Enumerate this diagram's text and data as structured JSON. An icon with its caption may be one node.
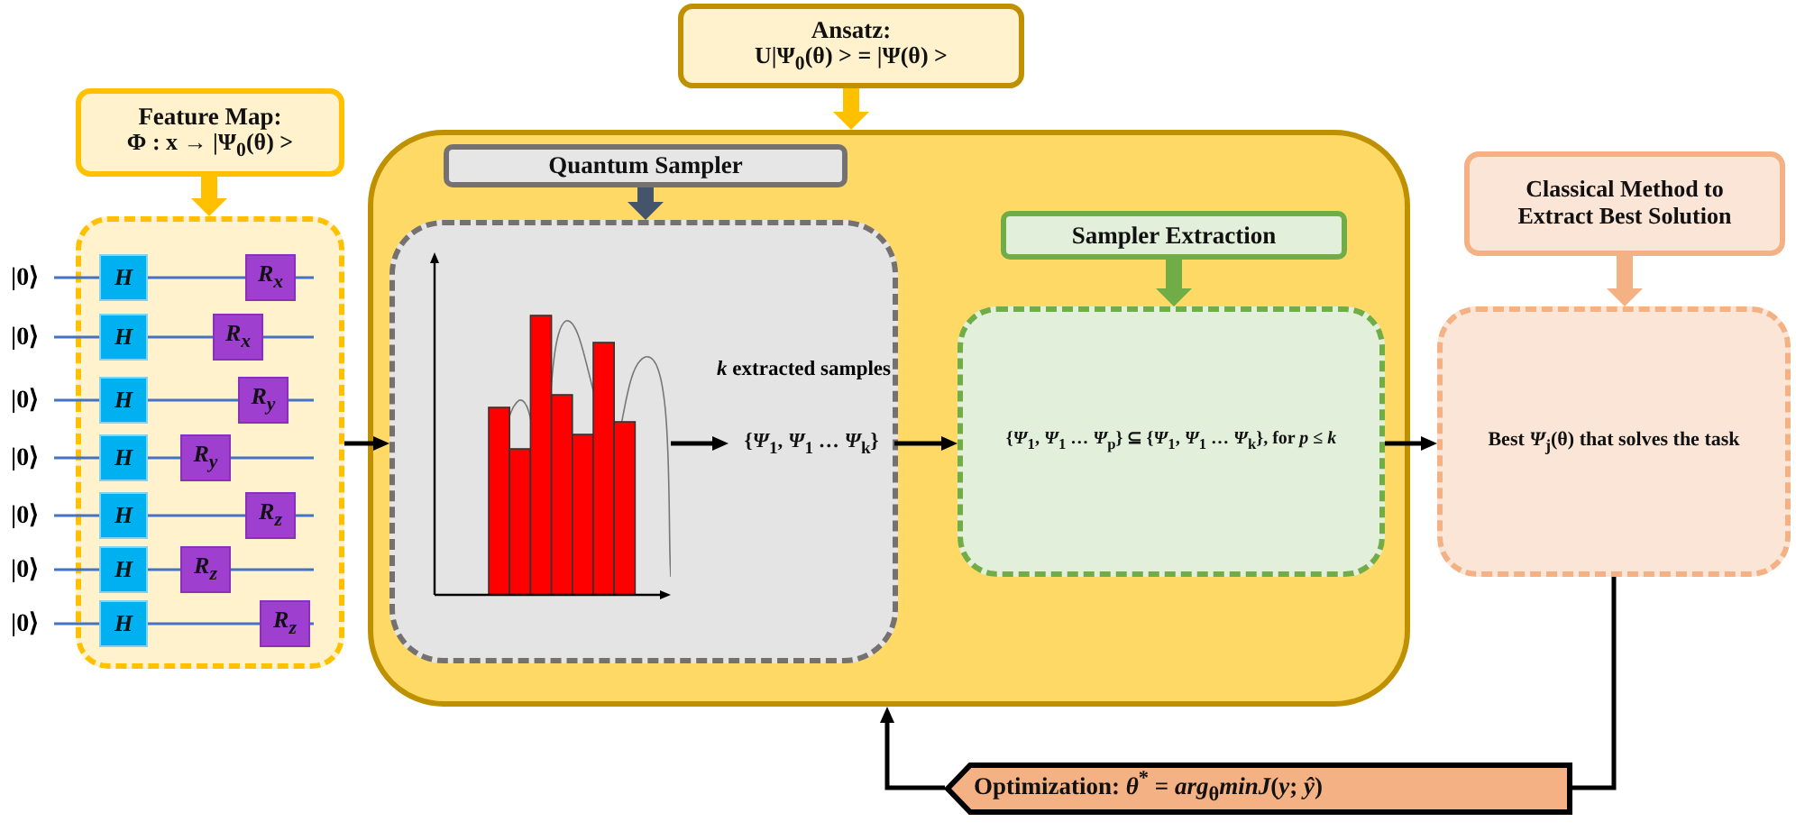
{
  "diagram": {
    "nodes": [
      {
        "text": [
          "Feature Map:",
          "Φ : x → |Ψ$_{0}$(θ) >"
        ]
      },
      {
        "text": [],
        "shape": "box"
      },
      {
        "text": [
          "H"
        ],
        "in": 1
      },
      {
        "text": [
          "R$_{x}$"
        ],
        "in": 1
      },
      {
        "text": [
          "H"
        ],
        "in": 1
      },
      {
        "text": [
          "R$_{x}$"
        ],
        "in": 1
      },
      {
        "text": [
          "H"
        ],
        "in": 1
      },
      {
        "text": [
          "R$_{y}$"
        ],
        "in": 1
      },
      {
        "text": [
          "H"
        ],
        "in": 1
      },
      {
        "text": [
          "R$_{y}$"
        ],
        "in": 1
      },
      {
        "text": [
          "H"
        ],
        "in": 1
      },
      {
        "text": [
          "R$_{z}$"
        ],
        "in": 1
      },
      {
        "text": [
          "H"
        ],
        "in": 1
      },
      {
        "text": [
          "R$_{z}$"
        ],
        "in": 1
      },
      {
        "text": [
          "H"
        ],
        "in": 1
      },
      {
        "text": [
          "R$_{z}$"
        ],
        "in": 1
      },
      {
        "text": [
          "Ansatz:",
          "U|Ψ$_{0}$(θ) > = |Ψ(θ) >"
        ]
      },
      {
        "text": [],
        "shape": "box"
      },
      {
        "text": [
          "Quantum Sampler"
        ],
        "in": 17
      },
      {
        "text": [],
        "shape": "box",
        "in": 17
      },
      {
        "text": [],
        "shape": "picture",
        "in": 19
      },
      {
        "text": [
          "{*Ψ*$_{1}$, *Ψ*$_{1}$ … *Ψ*$_{k}$}"
        ],
        "in": 19
      },
      {
        "text": [
          "Sampler Extraction"
        ],
        "in": 17
      },
      {
        "text": [
          "{*Ψ*$_{1}$, *Ψ*$_{1}$ … *Ψ*$_{p}$} ⊆ {*Ψ*$_{1}$, *Ψ*$_{1}$ … *Ψ*$_{k}$}, for *p* ≤ *k*"
        ],
        "in": 17
      },
      {
        "text": [
          "Classical Method to Extract Best Solution"
        ]
      },
      {
        "text": [
          "Best *Ψ*$_{j}$(θ) that solves the task"
        ]
      },
      {
        "text": [
          "Optimization: *θ*$^{*}$ = *arg*$_{θ}$*minJ*(*y*; *ŷ*)"
        ]
      }
    ],
    "edges": [
      {
        "from": 0,
        "to": 1,
        "arrow": "to",
        "style": "thick",
        "color": "#ffc000"
      },
      {
        "from": 16,
        "to": 17,
        "arrow": "to",
        "style": "thick",
        "color": "#ffc000"
      },
      {
        "from": 18,
        "to": 19,
        "arrow": "to",
        "style": "thick",
        "color": "#44546a"
      },
      {
        "from": 1,
        "to": 19,
        "arrow": "to"
      },
      {
        "from": 20,
        "to": 21,
        "arrow": "to",
        "label": "*k* extracted samples"
      },
      {
        "from": 21,
        "to": 23,
        "arrow": "to"
      },
      {
        "from": 22,
        "to": 23,
        "arrow": "to",
        "style": "thick",
        "color": "#70ad47"
      },
      {
        "from": 23,
        "to": 25,
        "arrow": "to"
      },
      {
        "from": 24,
        "to": 25,
        "arrow": "to",
        "style": "thick",
        "color": "#f4b183"
      },
      {
        "from": 25,
        "to": 26,
        "arrow": "none"
      },
      {
        "from": 26,
        "to": 17,
        "arrow": "to"
      }
    ],
    "labels": [
      "|0⟩",
      "|0⟩",
      "|0⟩",
      "|0⟩",
      "|0⟩",
      "|0⟩",
      "|0⟩"
    ]
  }
}
